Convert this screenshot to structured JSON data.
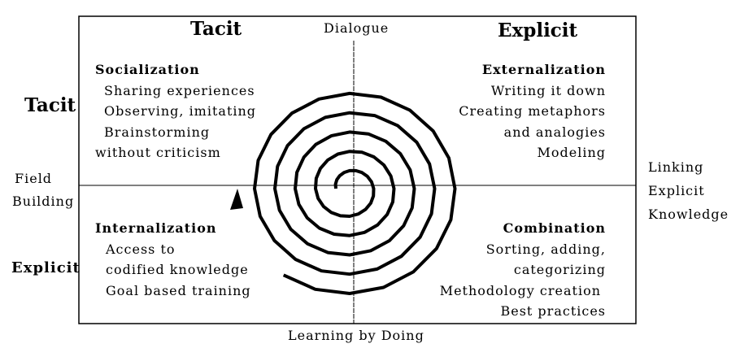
{
  "top": {
    "tacit": "Tacit",
    "dialogue": "Dialogue",
    "explicit": "Explicit"
  },
  "left": {
    "tacit": "Tacit",
    "field": "Field",
    "building": "Building",
    "explicit": "Explicit"
  },
  "right": {
    "lines": [
      "Linking",
      "Explicit",
      "Knowledge"
    ]
  },
  "bottom": "Learning by Doing",
  "quadrants": {
    "socialization": {
      "title": "Socialization",
      "lines": [
        "Sharing experiences",
        "Observing, imitating",
        "Brainstorming",
        "without criticism"
      ]
    },
    "externalization": {
      "title": "Externalization",
      "lines": [
        "Writing it down",
        "Creating  metaphors",
        "and analogies",
        "Modeling"
      ]
    },
    "internalization": {
      "title": "Internalization",
      "lines": [
        "Access to",
        "codified knowledge",
        "Goal based training"
      ]
    },
    "combination": {
      "title": "Combination",
      "lines": [
        "Sorting, adding,",
        "categorizing",
        "Methodology creation",
        "Best practices"
      ]
    }
  }
}
